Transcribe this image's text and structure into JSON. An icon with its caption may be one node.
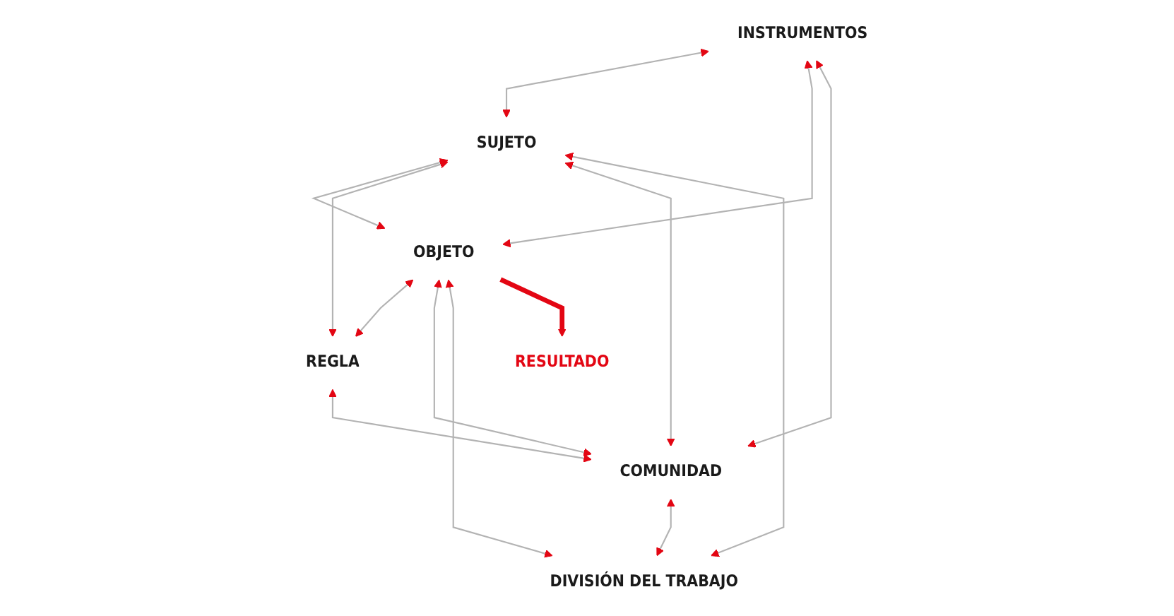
{
  "diagram": {
    "nodes": [
      {
        "text": [
          "INSTRUMENTOS"
        ]
      },
      {
        "text": [
          "SUJETO"
        ]
      },
      {
        "text": [
          "OBJETO"
        ]
      },
      {
        "text": [
          "RESULTADO"
        ]
      },
      {
        "text": [
          "REGLA"
        ]
      },
      {
        "text": [
          "COMUNIDAD"
        ]
      },
      {
        "text": [
          "DIVISIÓN DEL TRABAJO"
        ]
      }
    ],
    "edges": [
      {
        "from": 0,
        "to": 1,
        "arrow": "both"
      },
      {
        "from": 0,
        "to": 2,
        "arrow": "both"
      },
      {
        "from": 0,
        "to": 5,
        "arrow": "both"
      },
      {
        "from": 1,
        "to": 2,
        "arrow": "both"
      },
      {
        "from": 1,
        "to": 4,
        "arrow": "both"
      },
      {
        "from": 1,
        "to": 5,
        "arrow": "both"
      },
      {
        "from": 1,
        "to": 6,
        "arrow": "both"
      },
      {
        "from": 2,
        "to": 4,
        "arrow": "both"
      },
      {
        "from": 2,
        "to": 5,
        "arrow": "both"
      },
      {
        "from": 2,
        "to": 6,
        "arrow": "both"
      },
      {
        "from": 4,
        "to": 5,
        "arrow": "both"
      },
      {
        "from": 5,
        "to": 6,
        "arrow": "both"
      },
      {
        "from": 2,
        "to": 3,
        "arrow": "to",
        "style": "thick",
        "color": "#e30613"
      }
    ]
  }
}
